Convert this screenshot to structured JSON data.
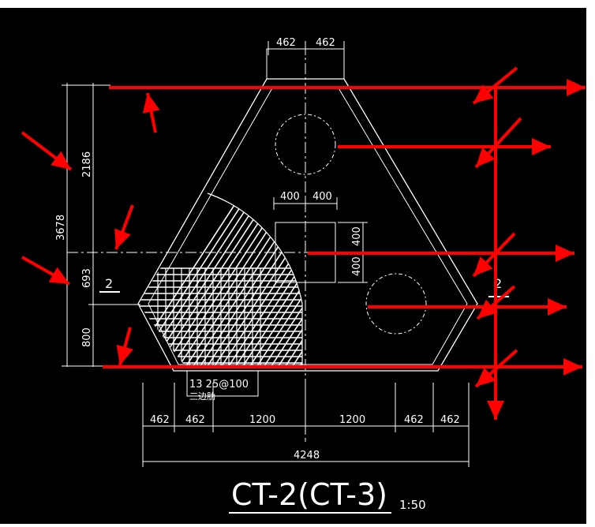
{
  "colors": {
    "background": "#000000",
    "line": "#ffffff",
    "arrow": "#ff0000",
    "page": "#ffffff"
  },
  "drawing": {
    "dims_top": [
      "462",
      "462"
    ],
    "dims_mid": [
      "400",
      "400"
    ],
    "dims_right_block": [
      "400",
      "400"
    ],
    "dims_left": [
      "2186",
      "3678",
      "693",
      "800"
    ],
    "dims_bottom": [
      "462",
      "462",
      "1200",
      "1200",
      "462",
      "462"
    ],
    "dim_total": "4248",
    "section_marks": [
      "2",
      "2"
    ],
    "rebar_note_line1": "13 25@100",
    "rebar_note_line2": "三边肋",
    "title": "CT-2(CT-3)",
    "scale": "1:50"
  }
}
